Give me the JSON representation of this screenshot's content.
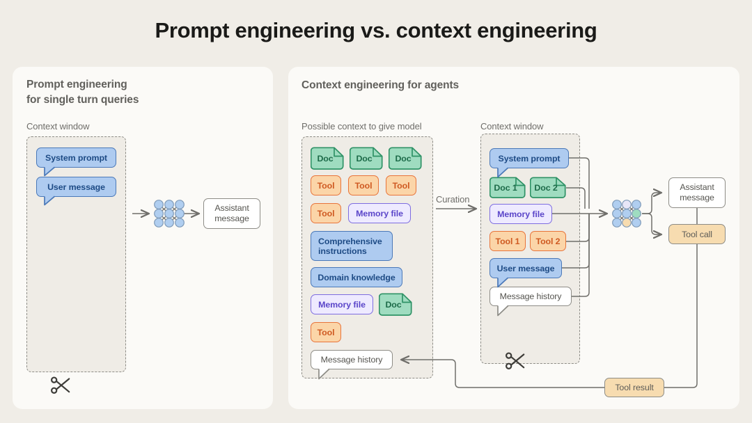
{
  "title": "Prompt engineering vs. context engineering",
  "colors": {
    "page_background": "#f0ede7",
    "panel_background": "#fbfaf7",
    "dashed_fill": "#efece6",
    "dashed_border": "#8d8c86",
    "blue": "#aecbf0",
    "blue_border": "#4a78b8",
    "green": "#9fdcc0",
    "green_border": "#2f9266",
    "orange": "#fbd5a8",
    "orange_border": "#e8743a",
    "tan": "#f7dcb0",
    "purple": "#eeeaff",
    "purple_border": "#7d6ce0",
    "white": "#ffffff",
    "line": "#6f6e6a",
    "title_text": "#1a1a18",
    "label_text": "#61605c"
  },
  "left_panel": {
    "heading_line1": "Prompt engineering",
    "heading_line2": "for single turn queries",
    "context_label": "Context window",
    "nodes": [
      {
        "label": "System prompt",
        "type": "bubble-blue"
      },
      {
        "label": "User message",
        "type": "bubble-blue"
      }
    ],
    "model_icon": "neural-network-icon",
    "output": "Assistant\nmessage",
    "output_line1": "Assistant",
    "output_line2": "message",
    "trim_icon": "scissors-icon"
  },
  "right_panel": {
    "heading": "Context engineering for agents",
    "possible_context_label": "Possible context to give model",
    "context_window_label": "Context window",
    "curation_label": "Curation",
    "possible_context_nodes": [
      {
        "label": "Doc",
        "type": "doc"
      },
      {
        "label": "Doc",
        "type": "doc"
      },
      {
        "label": "Doc",
        "type": "doc"
      },
      {
        "label": "Tool",
        "type": "tool"
      },
      {
        "label": "Tool",
        "type": "tool"
      },
      {
        "label": "Tool",
        "type": "tool"
      },
      {
        "label": "Tool",
        "type": "tool"
      },
      {
        "label": "Memory file",
        "type": "memory"
      },
      {
        "label": "Comprehensive instructions",
        "type": "instructions"
      },
      {
        "label": "Domain knowledge",
        "type": "knowledge"
      },
      {
        "label": "Memory file",
        "type": "memory"
      },
      {
        "label": "Doc",
        "type": "doc"
      },
      {
        "label": "Tool",
        "type": "tool"
      },
      {
        "label": "Message history",
        "type": "history"
      }
    ],
    "context_window_nodes": [
      {
        "label": "System prompt",
        "type": "bubble-blue"
      },
      {
        "label": "Doc 1",
        "type": "doc"
      },
      {
        "label": "Doc 2",
        "type": "doc"
      },
      {
        "label": "Memory file",
        "type": "memory"
      },
      {
        "label": "Tool 1",
        "type": "tool"
      },
      {
        "label": "Tool 2",
        "type": "tool"
      },
      {
        "label": "User message",
        "type": "bubble-blue"
      },
      {
        "label": "Message history",
        "type": "history"
      }
    ],
    "model_icon": "neural-network-icon",
    "outputs": [
      {
        "label_line1": "Assistant",
        "label_line2": "message",
        "type": "white"
      },
      {
        "label_line1": "Tool call",
        "label_line2": "",
        "type": "tan"
      }
    ],
    "tool_result": "Tool result",
    "trim_icon": "scissors-icon"
  },
  "labels": {
    "comprehensive_l1": "Comprehensive",
    "comprehensive_l2": "instructions",
    "doc": "Doc",
    "tool": "Tool",
    "memory_file": "Memory file",
    "domain_knowledge": "Domain knowledge",
    "message_history": "Message history",
    "system_prompt": "System prompt",
    "user_message": "User message",
    "doc1": "Doc 1",
    "doc2": "Doc 2",
    "tool1": "Tool 1",
    "tool2": "Tool 2",
    "assistant_l1": "Assistant",
    "assistant_l2": "message",
    "tool_call": "Tool call",
    "tool_result": "Tool result",
    "curation": "Curation",
    "context_window": "Context window"
  }
}
